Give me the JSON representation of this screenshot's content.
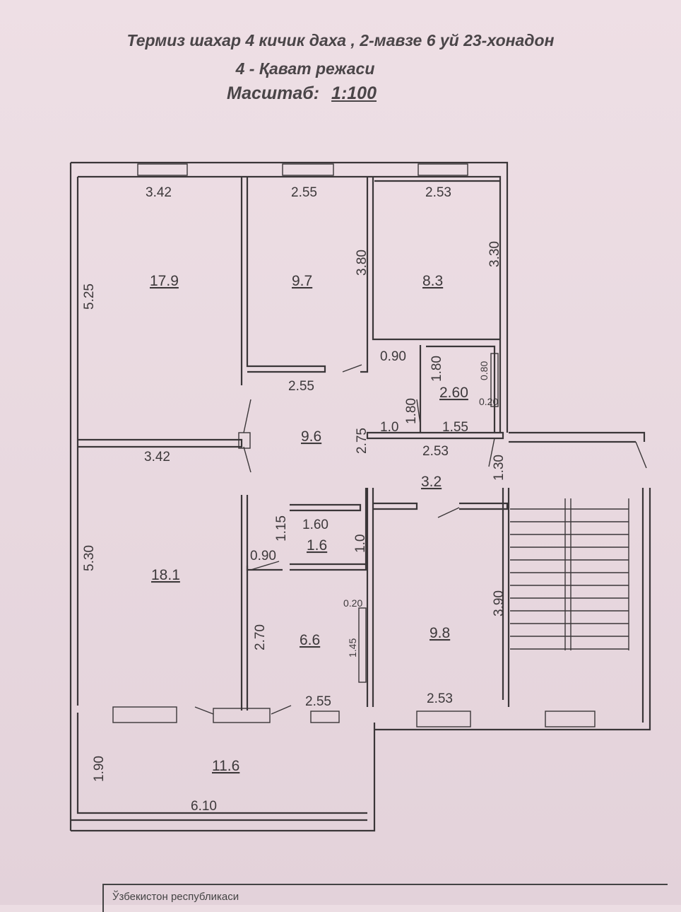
{
  "header": {
    "line1": "Термиз шахар 4 кичик даха , 2-мавзе 6 уй 23-хонадон",
    "line2": "4 - Қават режаси",
    "scale_label": "Масштаб:",
    "scale_value": "1:100"
  },
  "rooms": {
    "r1": {
      "area": "17.9",
      "w": "3.42",
      "h": "5.25"
    },
    "r2": {
      "area": "9.7",
      "w": "2.55",
      "h": "3.80"
    },
    "r3": {
      "area": "8.3",
      "w": "2.53",
      "h": "3.30"
    },
    "hall": {
      "area": "9.6",
      "w_bottom": "2.55",
      "h": "2.75",
      "w_left": "3.42",
      "door_w": "0.90",
      "seg": "1.0"
    },
    "bath": {
      "area": "2.60",
      "w": "1.55",
      "h": "1.80",
      "h2": "1.80",
      "niche_h": "0.80",
      "niche_w": "0.20"
    },
    "corridor": {
      "area": "3.2",
      "w": "2.53",
      "h": "1.30"
    },
    "r4": {
      "area": "18.1",
      "h": "5.30"
    },
    "wc": {
      "area": "1.6",
      "w": "1.60",
      "h": "1.15",
      "seg": "1.0",
      "door": "0.90"
    },
    "kitchen": {
      "area": "6.6",
      "h": "2.70",
      "w": "2.55",
      "niche_w": "0.20",
      "niche_h": "1.45"
    },
    "r5": {
      "area": "9.8",
      "h": "3.90",
      "w": "2.53"
    },
    "balcony": {
      "area": "11.6",
      "w": "6.10",
      "h": "1.90"
    }
  },
  "footer": {
    "text": "Ўзбекистон республикаси"
  }
}
